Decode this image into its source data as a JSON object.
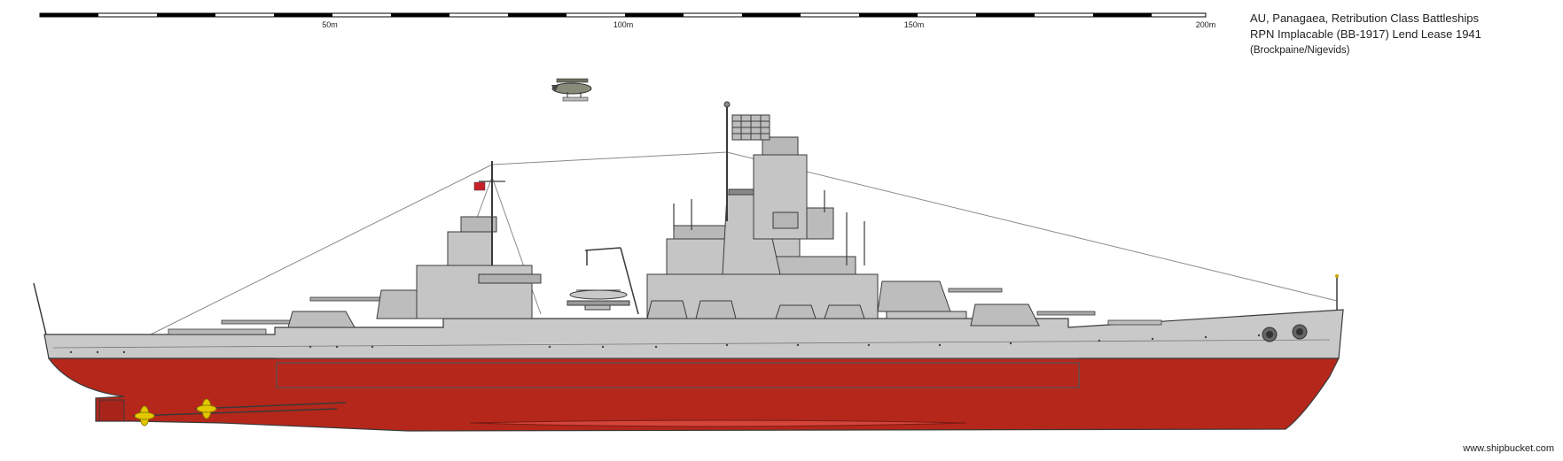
{
  "title": {
    "line1": "AU, Panagaea, Retribution Class Battleships",
    "line2": "RPN Implacable (BB-1917) Lend Lease 1941",
    "line3": "(Brockpaine/Nigevids)"
  },
  "scale": {
    "labels": [
      "50m",
      "100m",
      "150m",
      "200m"
    ]
  },
  "credit": "www.shipbucket.com",
  "colors": {
    "hull_upper": "#c7c7c7",
    "hull_lower": "#b5271b",
    "outline": "#3a3a3a",
    "propeller": "#e3c800",
    "ensign": "#c8202a"
  }
}
